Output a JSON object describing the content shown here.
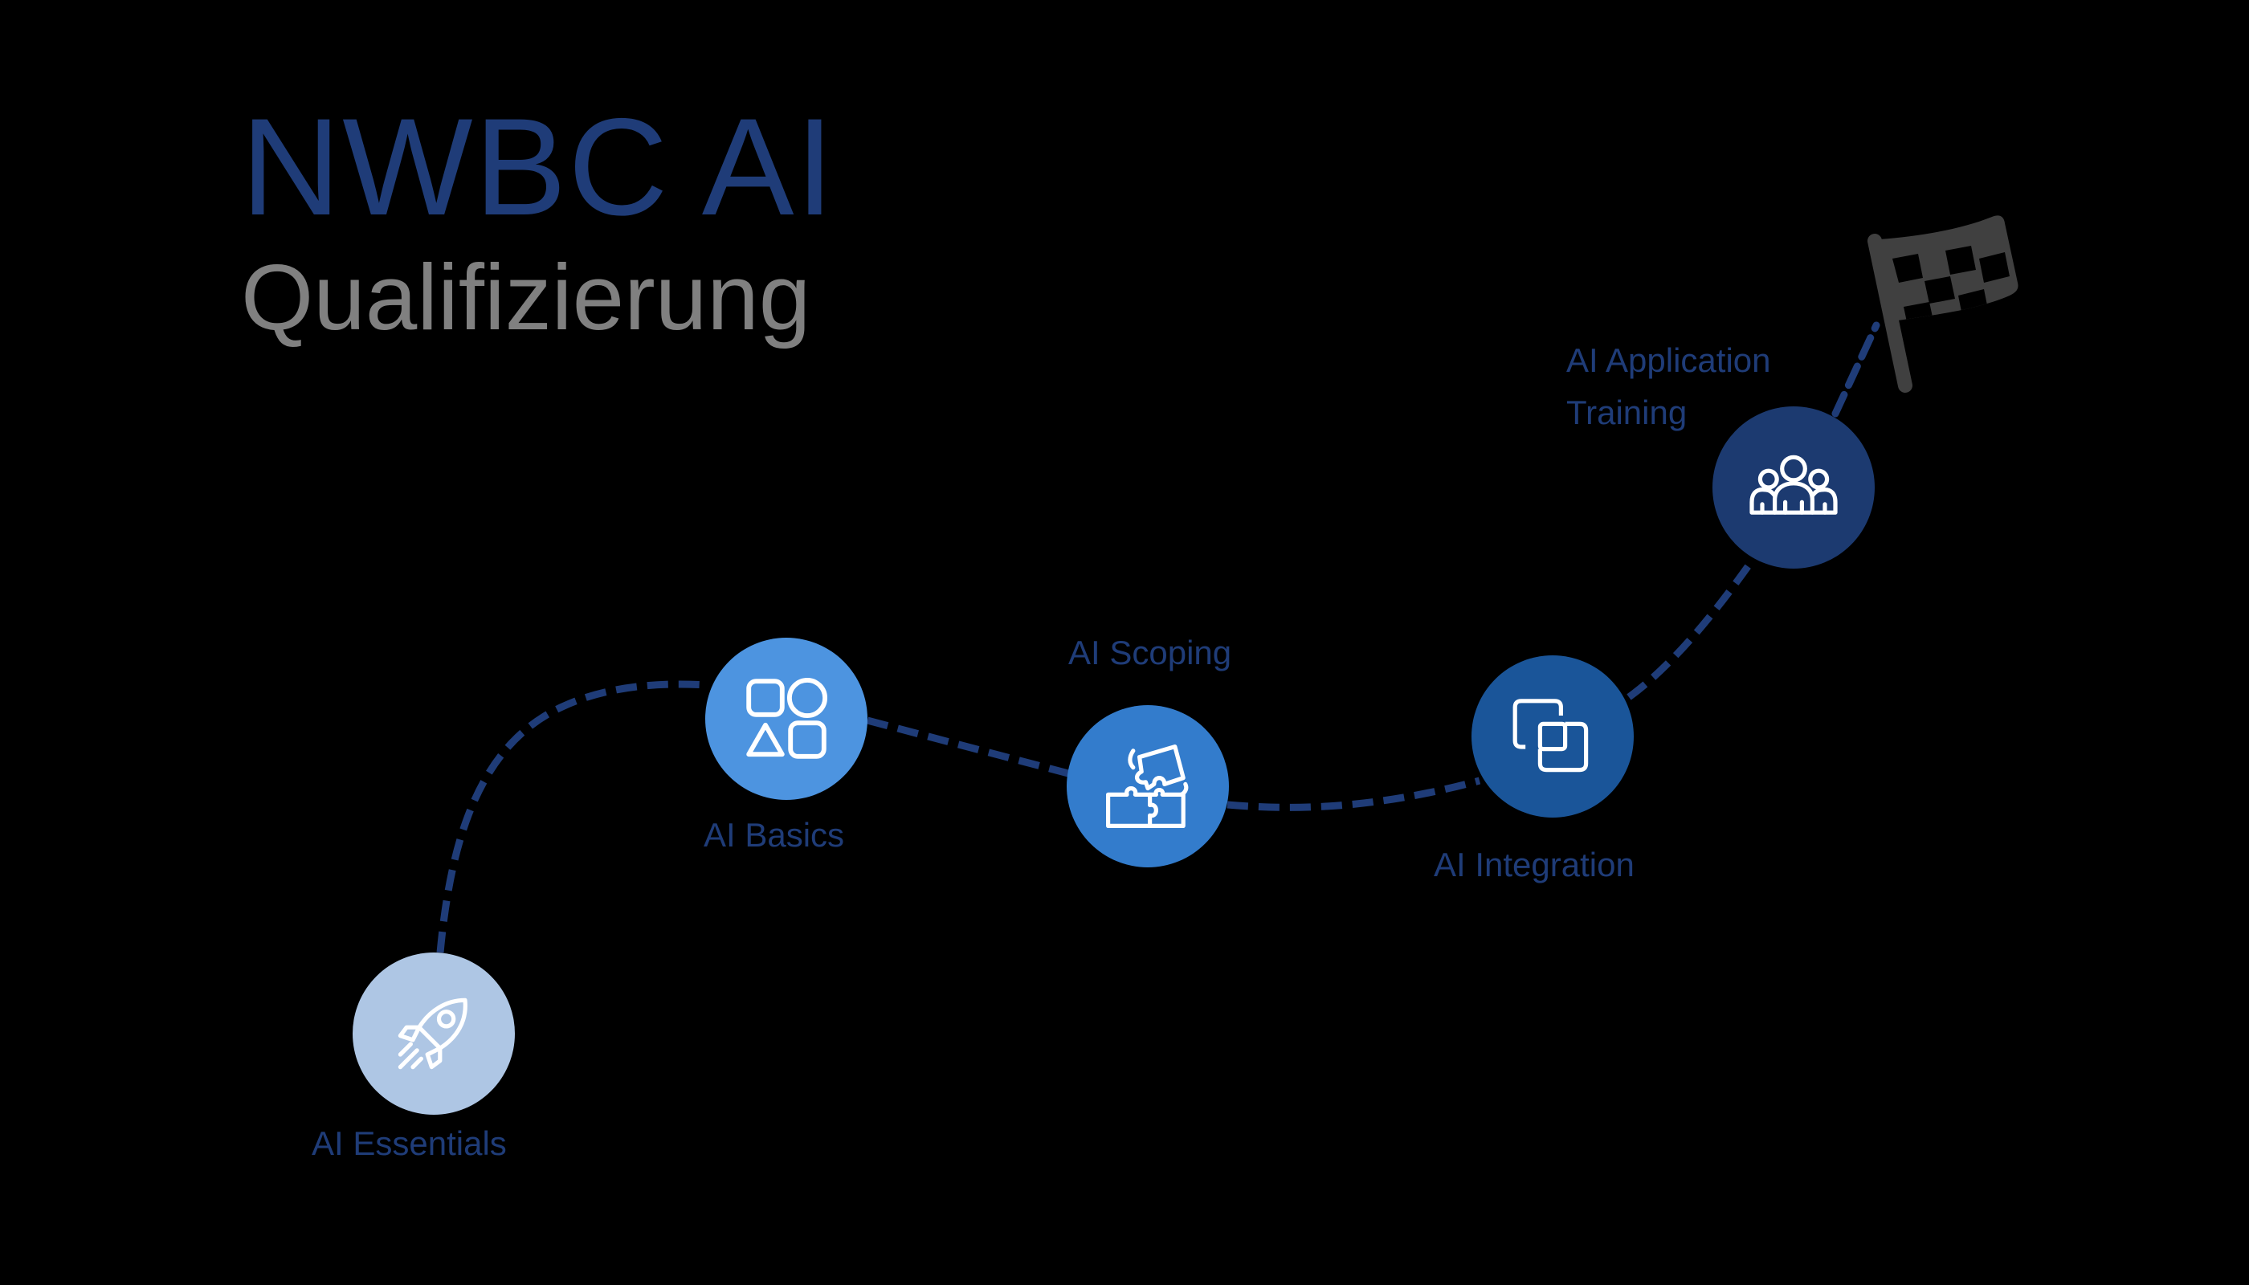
{
  "header": {
    "title": "NWBC AI",
    "subtitle": "Qualifizierung"
  },
  "colors": {
    "background": "#000000",
    "title": "#1f3c78",
    "subtitle": "#808080",
    "path": "#1f3c78",
    "label": "#1f3c78",
    "flag": "#404040"
  },
  "steps": [
    {
      "label": "AI Essentials",
      "icon": "rocket-icon",
      "color": "#aec6e4"
    },
    {
      "label": "AI Basics",
      "icon": "shapes-icon",
      "color": "#4d94e0"
    },
    {
      "label": "AI Scoping",
      "icon": "puzzle-icon",
      "color": "#337ccc"
    },
    {
      "label": "AI Integration",
      "icon": "overlap-squares-icon",
      "color": "#1a5599"
    },
    {
      "label_line1": "AI Application",
      "label_line2": "Training",
      "icon": "team-icon",
      "color": "#1c3a70"
    }
  ],
  "finish": {
    "icon": "checkered-flag-icon"
  }
}
